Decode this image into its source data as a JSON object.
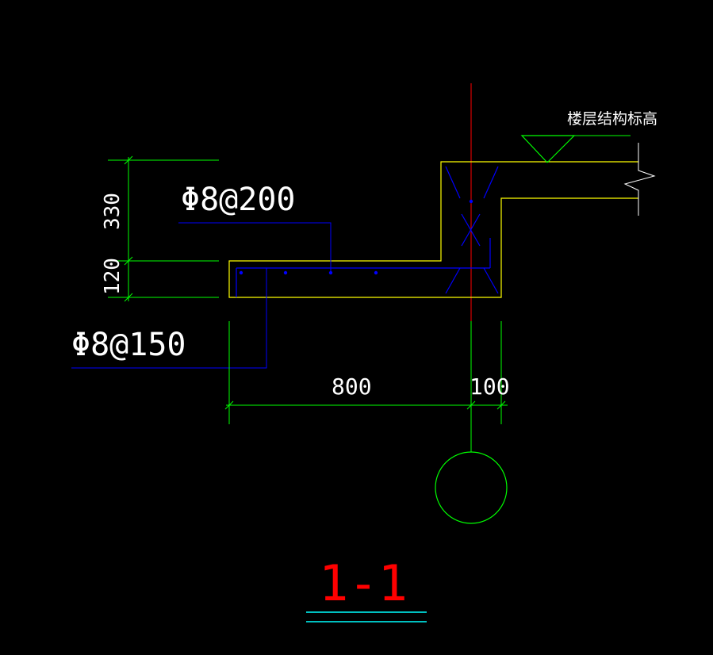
{
  "drawing": {
    "section_title": "1-1",
    "elevation_note": "楼层结构标高",
    "rebar_top": "Φ8@200",
    "rebar_bottom": "Φ8@150",
    "dims": {
      "height_upper": "330",
      "height_lower": "120",
      "width_main": "800",
      "width_small": "100"
    }
  },
  "colors": {
    "background": "#000000",
    "outline": "#ffff00",
    "dimension": "#00ff00",
    "rebar": "#0000ff",
    "axis": "#ff0000",
    "text": "#ffffff",
    "title": "#ff0000",
    "title_underline": "#00c0c0"
  }
}
